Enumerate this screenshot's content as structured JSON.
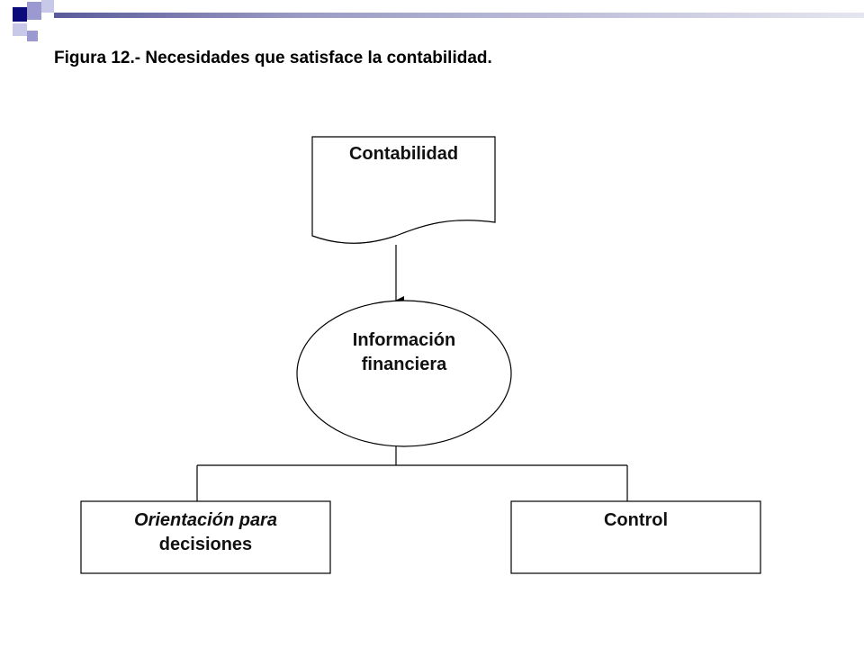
{
  "slide": {
    "title": "Figura 12.- Necesidades que satisface la contabilidad."
  },
  "diagram": {
    "nodes": {
      "contabilidad": {
        "label": "Contabilidad",
        "shape": "document"
      },
      "informacion": {
        "label_line1": "Información",
        "label_line2": "financiera",
        "shape": "ellipse"
      },
      "orientacion": {
        "label_line1": "Orientación para",
        "label_line2": "decisiones",
        "shape": "rectangle"
      },
      "control": {
        "label": "Control",
        "shape": "rectangle"
      }
    },
    "edges": [
      {
        "from": "contabilidad",
        "to": "informacion",
        "style": "arrow"
      },
      {
        "from": "informacion",
        "to": "orientacion",
        "style": "elbow-line"
      },
      {
        "from": "informacion",
        "to": "control",
        "style": "elbow-line"
      }
    ]
  },
  "colors": {
    "deco_navy": "#0a0a7a",
    "deco_periwinkle": "#9a9ad0",
    "deco_light": "#c8c8e8",
    "header_line_start": "#5a5a9a",
    "header_line_end": "#e6e6f0",
    "stroke": "#000000",
    "text": "#111111"
  }
}
